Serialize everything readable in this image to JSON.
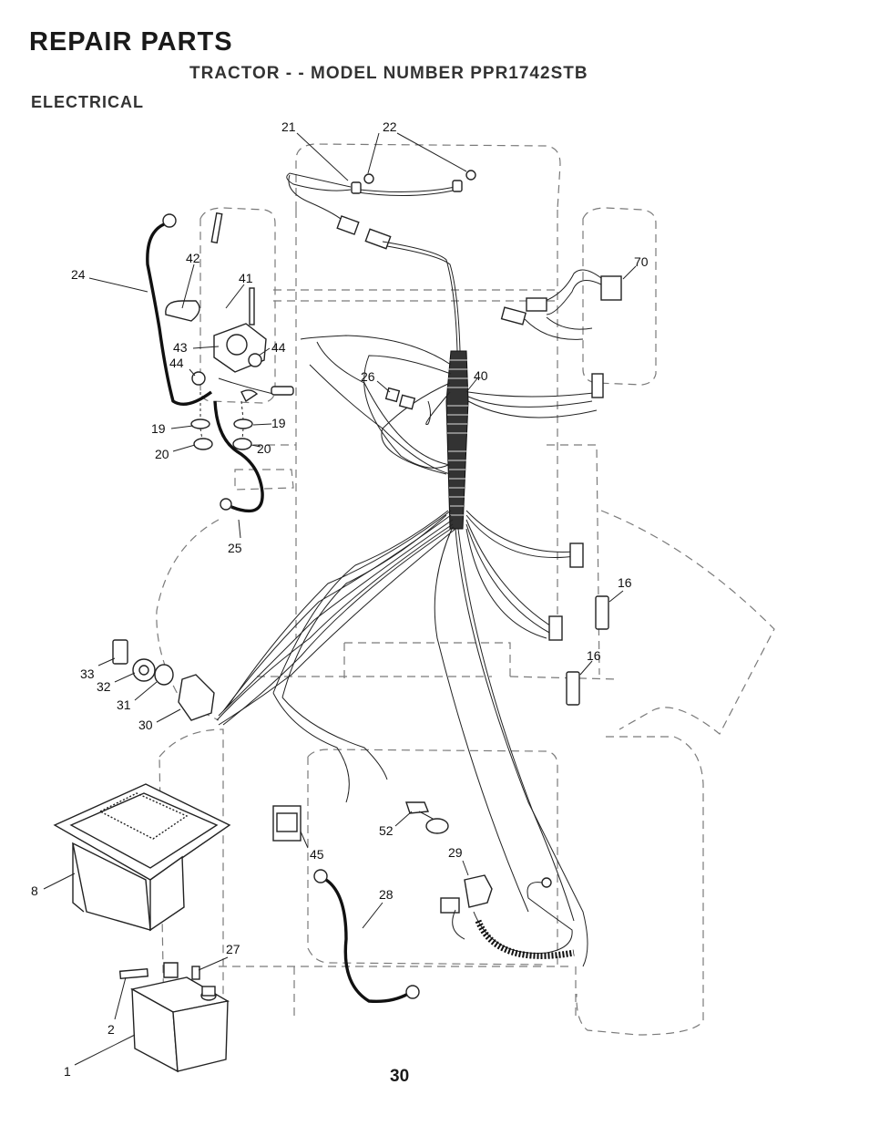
{
  "header": {
    "title": "REPAIR PARTS",
    "subtitle": "TRACTOR - - MODEL NUMBER PPR1742STB",
    "section": "ELECTRICAL"
  },
  "page_number": "30",
  "callouts": {
    "c1": "1",
    "c2": "2",
    "c8": "8",
    "c16a": "16",
    "c16b": "16",
    "c19a": "19",
    "c19b": "19",
    "c20a": "20",
    "c20b": "20",
    "c21": "21",
    "c22": "22",
    "c24": "24",
    "c25": "25",
    "c26": "26",
    "c27": "27",
    "c28": "28",
    "c29": "29",
    "c30": "30",
    "c31": "31",
    "c32": "32",
    "c33": "33",
    "c40": "40",
    "c41": "41",
    "c42": "42",
    "c43": "43",
    "c44a": "44",
    "c44b": "44",
    "c45": "45",
    "c52": "52",
    "c70": "70"
  }
}
